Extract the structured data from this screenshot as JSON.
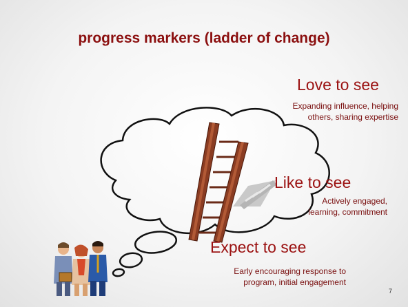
{
  "slide": {
    "title": "progress markers (ladder of change)",
    "levels": [
      {
        "heading": "Love to see",
        "lines": [
          "Expanding influence, helping",
          "others, sharing expertise"
        ]
      },
      {
        "heading": "Like to see",
        "lines": [
          "Actively engaged,",
          "learning,  commitment"
        ]
      },
      {
        "heading": "Expect to see",
        "lines": [
          "Early encouraging response to",
          "program, initial engagement"
        ]
      }
    ],
    "page_number": "7"
  },
  "art": {
    "cloud": "thought-cloud-illustration",
    "ladder": "ladder-illustration",
    "people": "business-people-clipart"
  },
  "colors": {
    "title": "#8b0f0f",
    "heading": "#9b1212",
    "ladder": "#8a3c22",
    "background": "#f4f4f4"
  }
}
